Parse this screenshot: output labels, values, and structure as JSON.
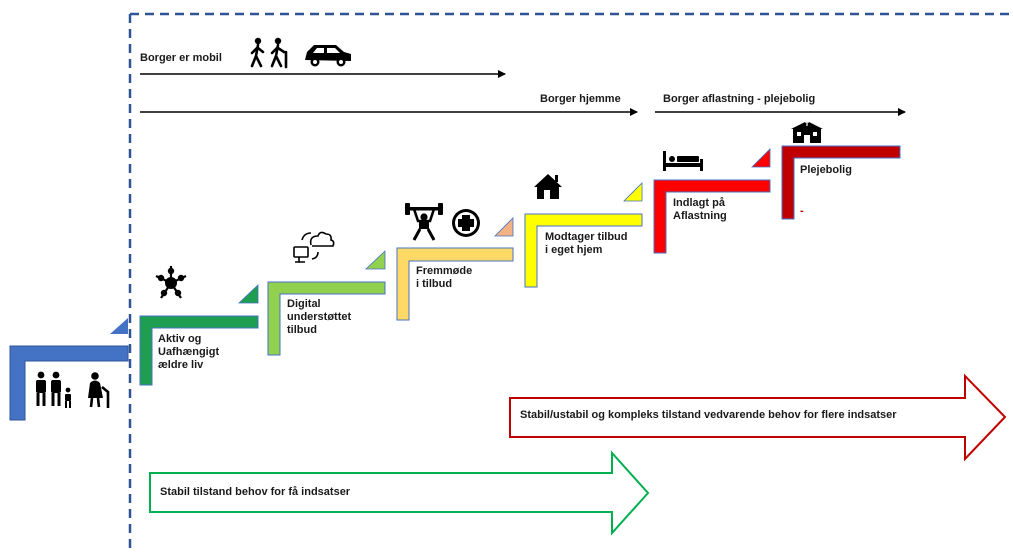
{
  "header": {
    "mobile_label": "Borger er mobil",
    "home_label": "Borger hjemme",
    "relief_label": "Borger aflastning - plejebolig"
  },
  "steps": [
    {
      "label": "Aktiv og\nUafhængigt\nældre liv",
      "color": "#1e9e50",
      "icon": "network-people-icon"
    },
    {
      "label": "Digital\nunderstøttet\ntilbud",
      "color": "#92d050",
      "icon": "cloud-computer-icon"
    },
    {
      "label": "Fremmøde\ni tilbud",
      "color": "#ffd966",
      "icon": "weightlifter-icon"
    },
    {
      "label": "Modtager tilbud\ni eget hjem",
      "color": "#ffff00",
      "icon": "house-icon"
    },
    {
      "label": "Indlagt på\nAflastning",
      "color": "#ff0000",
      "icon": "bed-icon"
    },
    {
      "label": "Plejebolig",
      "color": "#c00000",
      "icon": "nursing-home-icon"
    }
  ],
  "base": {
    "color": "#4472c4",
    "icon": "family-icon"
  },
  "plejebolig_dash": "-",
  "arrows": {
    "complex": {
      "label": "Stabil/ustabil  og kompleks tilstand  vedvarende behov for flere indsatser",
      "color": "#c00000"
    },
    "stable": {
      "label": "Stabil tilstand  behov for få indsatser",
      "color": "#00b050"
    }
  },
  "colors": {
    "divider": "#2f5597",
    "blue": "#4472c4"
  }
}
